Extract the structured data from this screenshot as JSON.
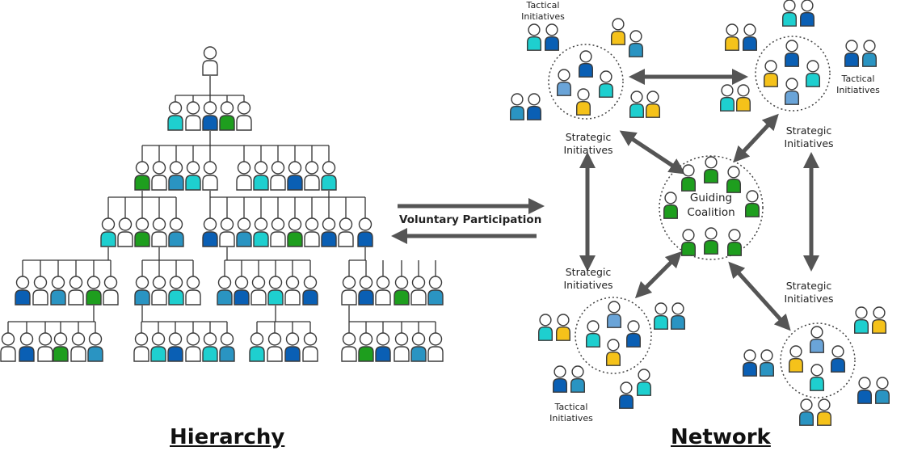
{
  "colors": {
    "white": "#ffffff",
    "teal": "#1ecfcf",
    "blue": "#0a5fb4",
    "green": "#1e9e1e",
    "mid_blue": "#2a94c2",
    "light_blue": "#6aa4d8",
    "yellow": "#f5c21a",
    "outline": "#3a3a3a",
    "arrow": "#555555"
  },
  "hierarchy": {
    "title": "Hierarchy",
    "levels": [
      [
        "white"
      ],
      [
        "teal",
        "white",
        "blue",
        "green",
        "white"
      ],
      [
        "green",
        "white",
        "mid_blue",
        "teal",
        "white",
        "white",
        "teal",
        "white",
        "blue",
        "white",
        "teal"
      ],
      [
        "teal",
        "white",
        "green",
        "white",
        "mid_blue",
        "blue",
        "white",
        "mid_blue",
        "teal",
        "white",
        "green",
        "white",
        "blue",
        "white",
        "blue"
      ],
      [
        "blue",
        "white",
        "mid_blue",
        "white",
        "green",
        "white",
        "mid_blue",
        "white",
        "teal",
        "white",
        "mid_blue",
        "blue",
        "white",
        "teal",
        "white",
        "blue",
        "white",
        "blue",
        "white",
        "green",
        "white",
        "mid_blue"
      ],
      [
        "white",
        "blue",
        "white",
        "green",
        "white",
        "mid_blue",
        "white",
        "teal",
        "blue",
        "white",
        "teal",
        "mid_blue",
        "teal",
        "white",
        "blue",
        "white",
        "white",
        "green",
        "blue",
        "white",
        "mid_blue",
        "white"
      ]
    ]
  },
  "connector": {
    "label": "Voluntary Participation"
  },
  "network": {
    "title": "Network",
    "center_label": [
      "Guiding",
      "Coalition"
    ],
    "strategic_label": [
      "Strategic",
      "Initiatives"
    ],
    "tactical_label": [
      "Tactical",
      "Initiatives"
    ],
    "icon_names": [
      "person-icon",
      "arrow-icon",
      "dotted-circle"
    ]
  }
}
